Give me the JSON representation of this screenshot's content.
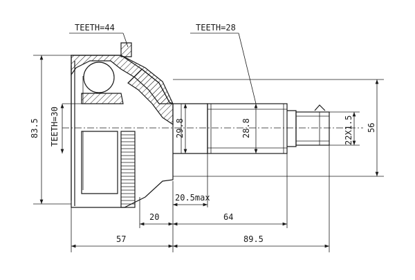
{
  "labels": {
    "teeth_outer": "TEETH=44",
    "teeth_shaft": "TEETH=28",
    "teeth_abs": "TEETH=30"
  },
  "dimensions": {
    "outer_diameter": "83.5",
    "neck_diameter": "29.8",
    "spline_diameter": "28.8",
    "thread": "22X1.5",
    "shaft_diameter": "56",
    "neck_length": "20.5max",
    "abs_offset": "20",
    "spline_length": "64",
    "body_length": "57",
    "shaft_length": "89.5"
  },
  "colors": {
    "line": "#1a1a1a",
    "background": "#ffffff"
  }
}
